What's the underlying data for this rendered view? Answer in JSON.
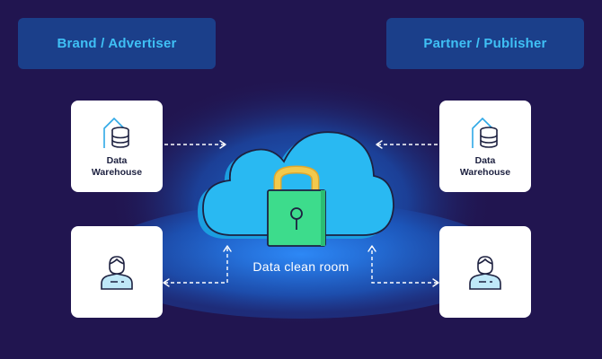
{
  "header": {
    "left_label": "Brand / Advertiser",
    "right_label": "Partner / Publisher"
  },
  "cards": {
    "left_warehouse": "Data\nWarehouse",
    "right_warehouse": "Data\nWarehouse"
  },
  "center": {
    "label": "Data clean room"
  },
  "colors": {
    "background": "#211550",
    "header_box": "#1b3f8a",
    "header_text": "#3fc0f5",
    "cloud": "#29b9f2",
    "lock_body": "#3ddc8c",
    "lock_shackle": "#f2c94c"
  },
  "icons": [
    "house-database-icon",
    "user-icon",
    "cloud-icon",
    "padlock-icon",
    "arrow-icon"
  ]
}
